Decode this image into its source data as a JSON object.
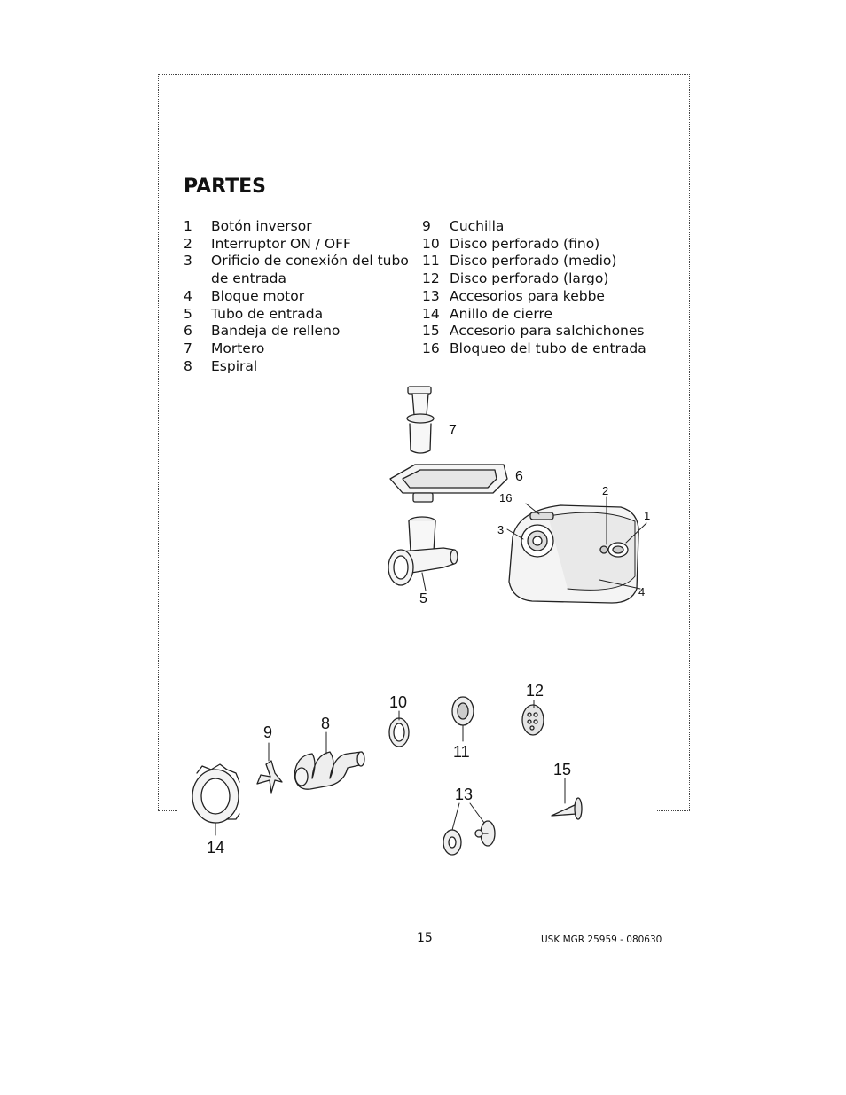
{
  "title": "PARTES",
  "parts_left": [
    {
      "num": "1",
      "label": "Botón inversor"
    },
    {
      "num": "2",
      "label": "Interruptor ON / OFF"
    },
    {
      "num": "3",
      "label": "Orificio de conexión del tubo de entrada"
    },
    {
      "num": "4",
      "label": "Bloque motor"
    },
    {
      "num": "5",
      "label": "Tubo de entrada"
    },
    {
      "num": "6",
      "label": "Bandeja de relleno"
    },
    {
      "num": "7",
      "label": "Mortero"
    },
    {
      "num": "8",
      "label": "Espiral"
    }
  ],
  "parts_right": [
    {
      "num": "9",
      "label": "Cuchilla"
    },
    {
      "num": "10",
      "label": "Disco perforado (fino)"
    },
    {
      "num": "11",
      "label": "Disco perforado (medio)"
    },
    {
      "num": "12",
      "label": "Disco perforado (largo)"
    },
    {
      "num": "13",
      "label": "Accesorios para kebbe"
    },
    {
      "num": "14",
      "label": "Anillo de cierre"
    },
    {
      "num": "15",
      "label": "Accesorio para salchichones"
    },
    {
      "num": "16",
      "label": "Bloqueo del tubo de entrada"
    }
  ],
  "callouts": {
    "c1": "1",
    "c2": "2",
    "c3": "3",
    "c4": "4",
    "c5": "5",
    "c6": "6",
    "c7": "7",
    "c8": "8",
    "c9": "9",
    "c10": "10",
    "c11": "11",
    "c12": "12",
    "c13": "13",
    "c14": "14",
    "c15": "15",
    "c16": "16"
  },
  "footer": {
    "page_number": "15",
    "doc_code": "USK MGR 25959 - 080630"
  }
}
